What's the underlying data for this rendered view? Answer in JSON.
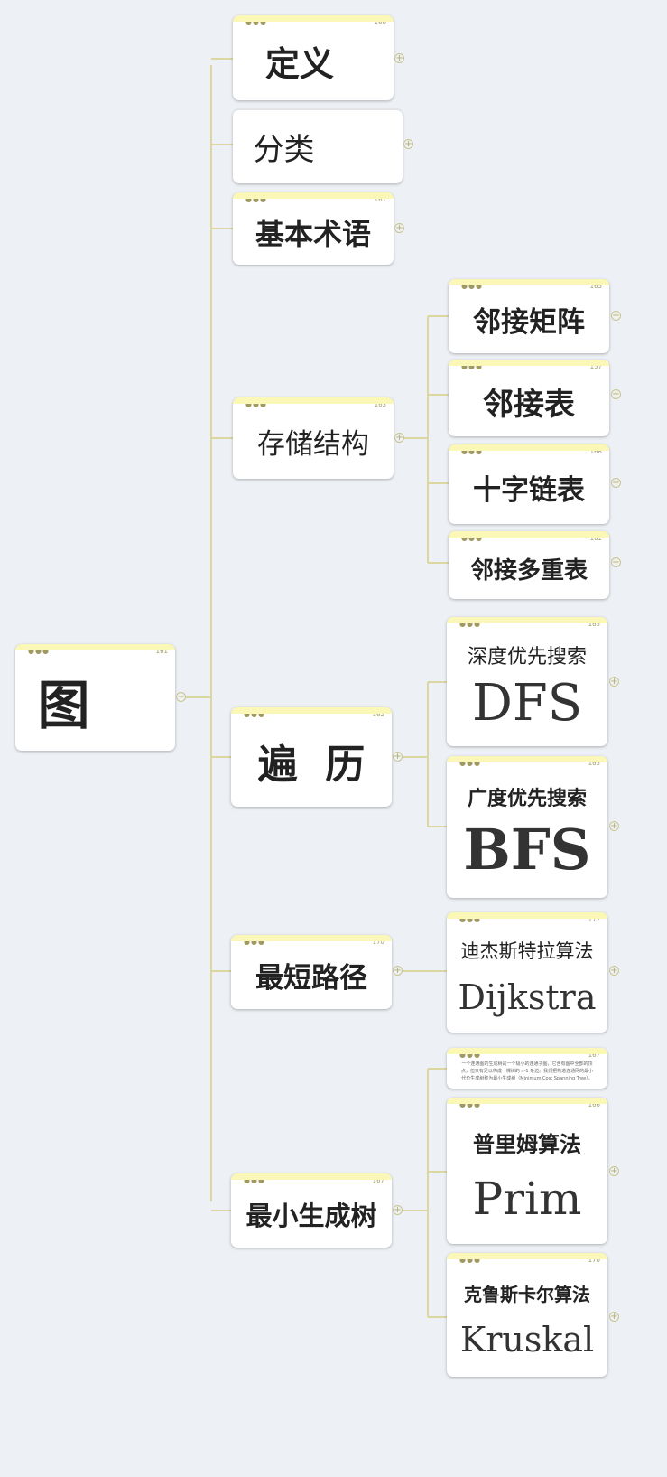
{
  "root": {
    "label": "图",
    "num": "161"
  },
  "level1": [
    {
      "id": "definition",
      "label": "定义",
      "num": "160"
    },
    {
      "id": "classification",
      "label": "分类",
      "num": ""
    },
    {
      "id": "terminology",
      "label": "基本术语",
      "num": "161"
    },
    {
      "id": "storage",
      "label": "存储结构",
      "num": "163"
    },
    {
      "id": "traversal",
      "label": "遍  历",
      "num": "162"
    },
    {
      "id": "shortest-path",
      "label": "最短路径",
      "num": "170"
    },
    {
      "id": "mst",
      "label": "最小生成树",
      "num": "167"
    }
  ],
  "storage_children": [
    {
      "label": "邻接矩阵",
      "num": "165"
    },
    {
      "label": "邻接表",
      "num": "157"
    },
    {
      "label": "十字链表",
      "num": "168"
    },
    {
      "label": "邻接多重表",
      "num": "161"
    }
  ],
  "traversal_children": [
    {
      "label": "深度优先搜索",
      "abbr": "DFS",
      "num": "165"
    },
    {
      "label": "广度优先搜索",
      "abbr": "BFS",
      "num": "165"
    }
  ],
  "shortest_children": [
    {
      "label": "迪杰斯特拉算法",
      "abbr": "Dijkstra",
      "num": "172"
    }
  ],
  "mst_children": [
    {
      "text": "一个连通图的生成树是一个极小的连通子图，它含有图中全部的顶点，但只有足以构成一棵树的 n-1 条边。我们把构造连通网的最小代价生成树称为最小生成树（Minimum Cost Spanning Tree）。",
      "num": "167"
    },
    {
      "label": "普里姆算法",
      "abbr": "Prim",
      "num": "166"
    },
    {
      "label": "克鲁斯卡尔算法",
      "abbr": "Kruskal",
      "num": "170"
    }
  ],
  "decor": {
    "dots": "●●●",
    "expander": "+"
  },
  "colors": {
    "connector": "#dcd6a0",
    "header": "#fbf7b6",
    "background": "#edf1f5"
  }
}
